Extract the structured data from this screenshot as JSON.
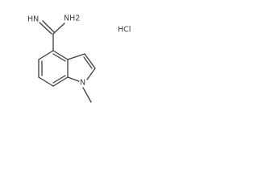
{
  "structure": {
    "atoms": {
      "imine": "HN",
      "amine": "NH2",
      "ring_nitrogen": "N",
      "counterion": "HCl"
    }
  },
  "colors": {
    "bond": "#3c3c3c",
    "label": "#3c3c3c",
    "background": "#ffffff"
  }
}
